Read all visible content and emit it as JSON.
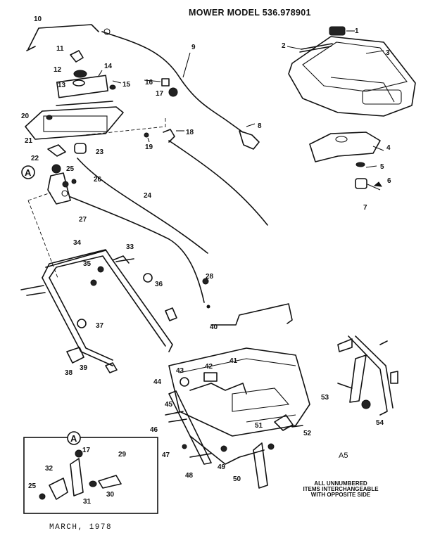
{
  "title": "MOWER MODEL 536.978901",
  "date": "MARCH, 1978",
  "page_code": "A5",
  "note_lines": [
    "ALL UNNUMBERED",
    "ITEMS INTERCHANGEABLE",
    "WITH OPPOSITE SIDE"
  ],
  "callout": "A",
  "part_labels": [
    "1",
    "2",
    "3",
    "4",
    "5",
    "6",
    "7",
    "8",
    "9",
    "10",
    "11",
    "12",
    "13",
    "14",
    "15",
    "16",
    "17",
    "18",
    "19",
    "20",
    "21",
    "22",
    "23",
    "24",
    "25",
    "26",
    "27",
    "28",
    "29",
    "30",
    "31",
    "32",
    "33",
    "34",
    "35",
    "36",
    "37",
    "38",
    "39",
    "40",
    "41",
    "42",
    "43",
    "44",
    "45",
    "46",
    "47",
    "48",
    "49",
    "50",
    "51",
    "52",
    "53",
    "54"
  ],
  "inset_labels": [
    "17",
    "29",
    "32",
    "25",
    "31",
    "30"
  ],
  "colors": {
    "ink": "#111111",
    "paper": "#ffffff"
  }
}
